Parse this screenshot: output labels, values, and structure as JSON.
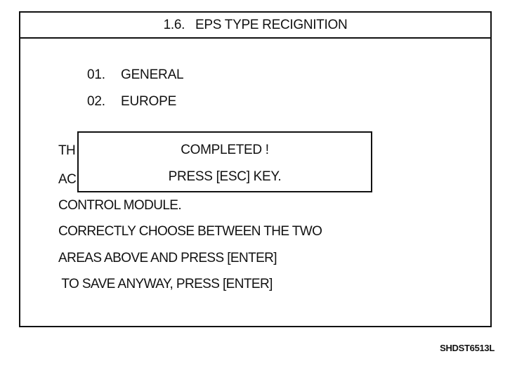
{
  "title": "1.6.   EPS TYPE RECIGNITION",
  "menu": [
    {
      "num": "01.",
      "label": "GENERAL"
    },
    {
      "num": "02.",
      "label": "EUROPE"
    }
  ],
  "message_lines": [
    "TH",
    "AC",
    "CONTROL MODULE.",
    "CORRECTLY CHOOSE BETWEEN THE TWO",
    "AREAS ABOVE AND PRESS [ENTER]",
    " TO SAVE ANYWAY, PRESS [ENTER]"
  ],
  "popup": {
    "line1": "COMPLETED !",
    "line2": "PRESS [ESC] KEY."
  },
  "figure_code": "SHDST6513L"
}
